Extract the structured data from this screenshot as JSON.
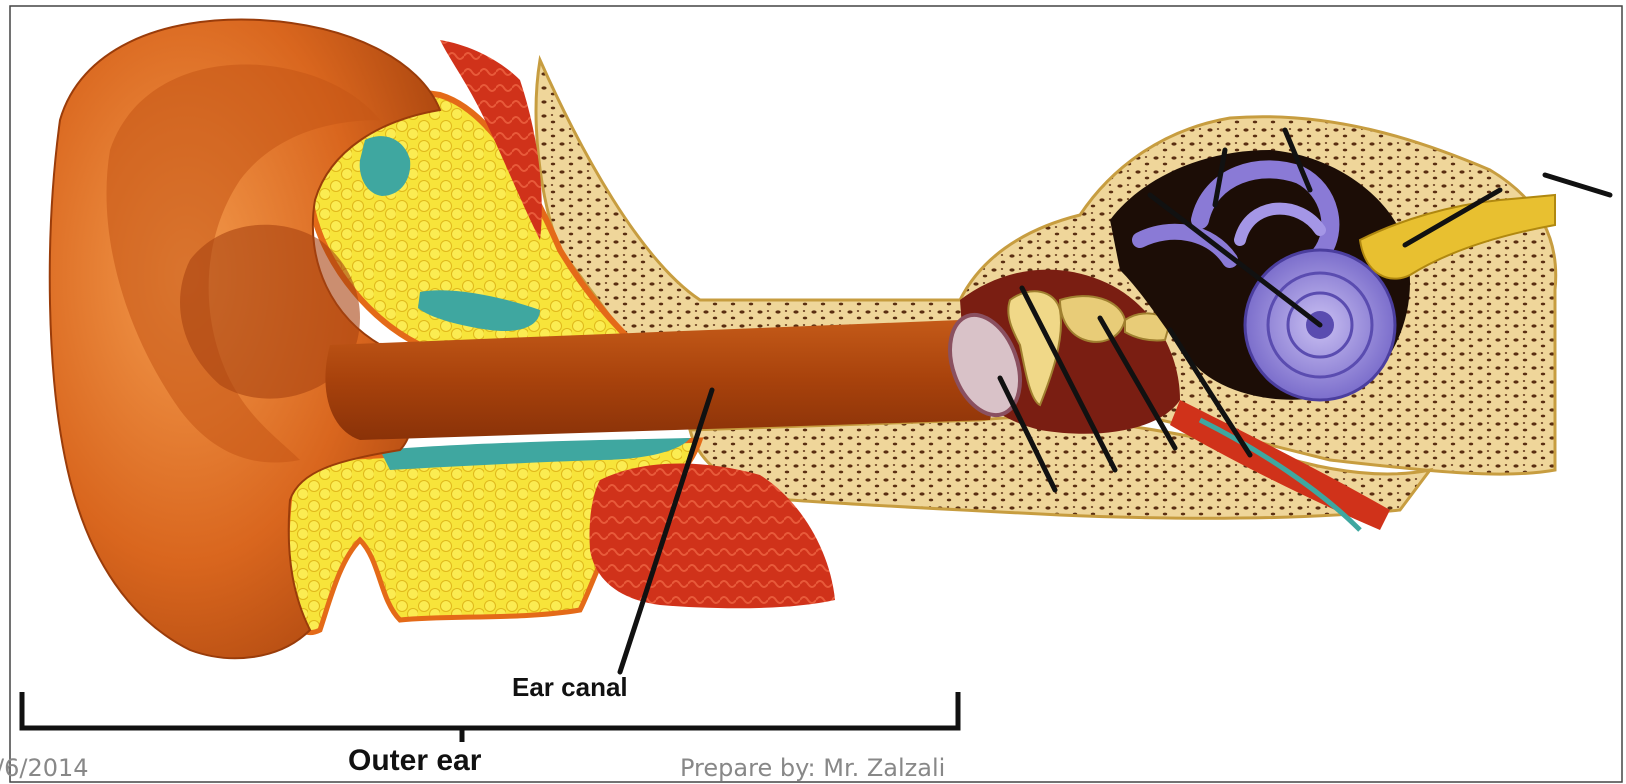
{
  "diagram": {
    "labels": {
      "ear_canal": "Ear canal",
      "outer_ear": "Outer ear"
    }
  },
  "footer": {
    "date": "/6/2014",
    "author": "Prepare by:  Mr. Zalzali"
  },
  "colors": {
    "skin": "#d9661e",
    "bone": "#efd69a",
    "bone_pores": "#5a2e12",
    "fat": "#f5df2a",
    "cartilage": "#3fa7a0",
    "muscle": "#d0321a",
    "inner_ear": "#8a7ad6",
    "nerve": "#e8c030",
    "leader_line": "#111111"
  }
}
